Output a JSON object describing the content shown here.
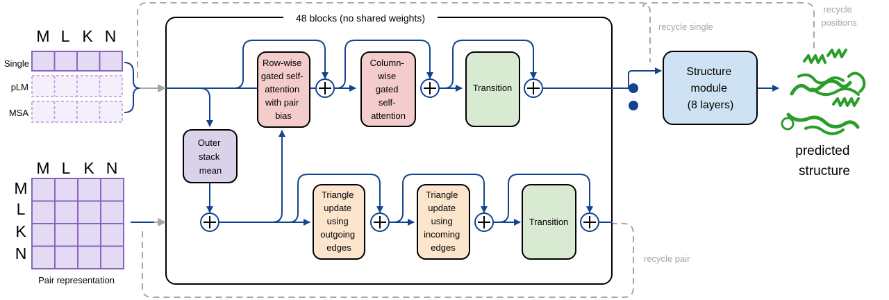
{
  "main_block": {
    "title": "48 blocks (no shared weights)"
  },
  "recycle": {
    "single": "recycle single",
    "positions": [
      "recycle",
      "positions"
    ],
    "pair": "recycle pair"
  },
  "single_rep": {
    "columns": [
      "M",
      "L",
      "K",
      "N"
    ],
    "rows": [
      "Single",
      "pLM",
      "MSA"
    ]
  },
  "pair_rep": {
    "columns": [
      "M",
      "L",
      "K",
      "N"
    ],
    "rows": [
      "M",
      "L",
      "K",
      "N"
    ],
    "caption": "Pair representation"
  },
  "modules": {
    "outer": [
      "Outer",
      "stack",
      "mean"
    ],
    "row_attn": [
      "Row-wise",
      "gated self-",
      "attention",
      "with pair",
      "bias"
    ],
    "col_attn": [
      "Column-",
      "wise",
      "gated",
      "self-",
      "attention"
    ],
    "transition_top": [
      "Transition"
    ],
    "tri_out": [
      "Triangle",
      "update",
      "using",
      "outgoing",
      "edges"
    ],
    "tri_in": [
      "Triangle",
      "update",
      "using",
      "incoming",
      "edges"
    ],
    "transition_bottom": [
      "Transition"
    ],
    "structure": [
      "Structure",
      "module",
      "(8 layers)"
    ]
  },
  "output": {
    "caption": [
      "predicted",
      "structure"
    ]
  },
  "colors": {
    "arrow": "#13438f",
    "gray": "#a6a6a6",
    "row_attn": "#f4cccc",
    "col_attn": "#f4cccc",
    "transition": "#d9ead3",
    "triangle": "#fce5cd",
    "outer": "#d9d2e9",
    "structure": "#cfe2f3",
    "single_fill": "#e3dbf3",
    "grid_stroke": "#8b62c2",
    "dashed_grid": "#b794e4",
    "protein": "#2a9d2a"
  }
}
